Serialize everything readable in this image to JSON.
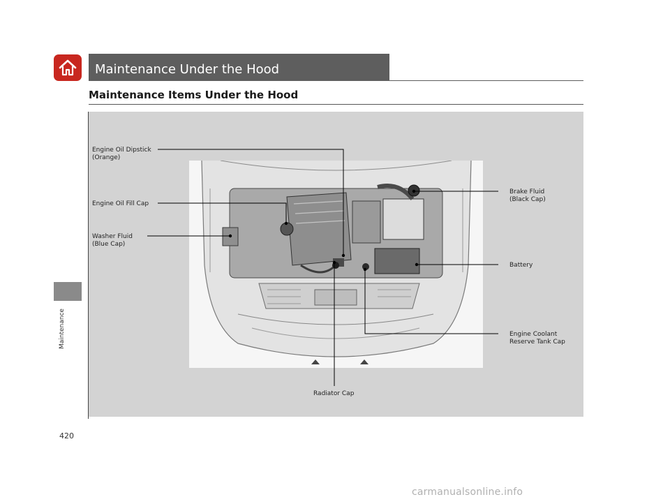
{
  "header": {
    "section_title": "Maintenance Under the Hood",
    "page_heading": "Maintenance Items Under the Hood"
  },
  "sidebar": {
    "chapter_label": "Maintenance",
    "home_icon": "home-icon"
  },
  "figure": {
    "callouts": {
      "oil_dipstick": {
        "line1": "Engine Oil Dipstick",
        "line2": "(Orange)"
      },
      "oil_fill_cap": {
        "line1": "Engine Oil Fill Cap"
      },
      "washer_fluid": {
        "line1": "Washer Fluid",
        "line2": "(Blue Cap)"
      },
      "brake_fluid": {
        "line1": "Brake Fluid",
        "line2": "(Black Cap)"
      },
      "battery": {
        "line1": "Battery"
      },
      "coolant_tank": {
        "line1": "Engine Coolant",
        "line2": "Reserve Tank Cap"
      },
      "radiator_cap": {
        "line1": "Radiator Cap"
      }
    }
  },
  "footer": {
    "page_number": "420",
    "watermark": "carmanualsonline.info"
  },
  "colors": {
    "accent_red": "#c8271f",
    "section_gray": "#5e5e5e",
    "figure_background": "#d3d3d3"
  }
}
